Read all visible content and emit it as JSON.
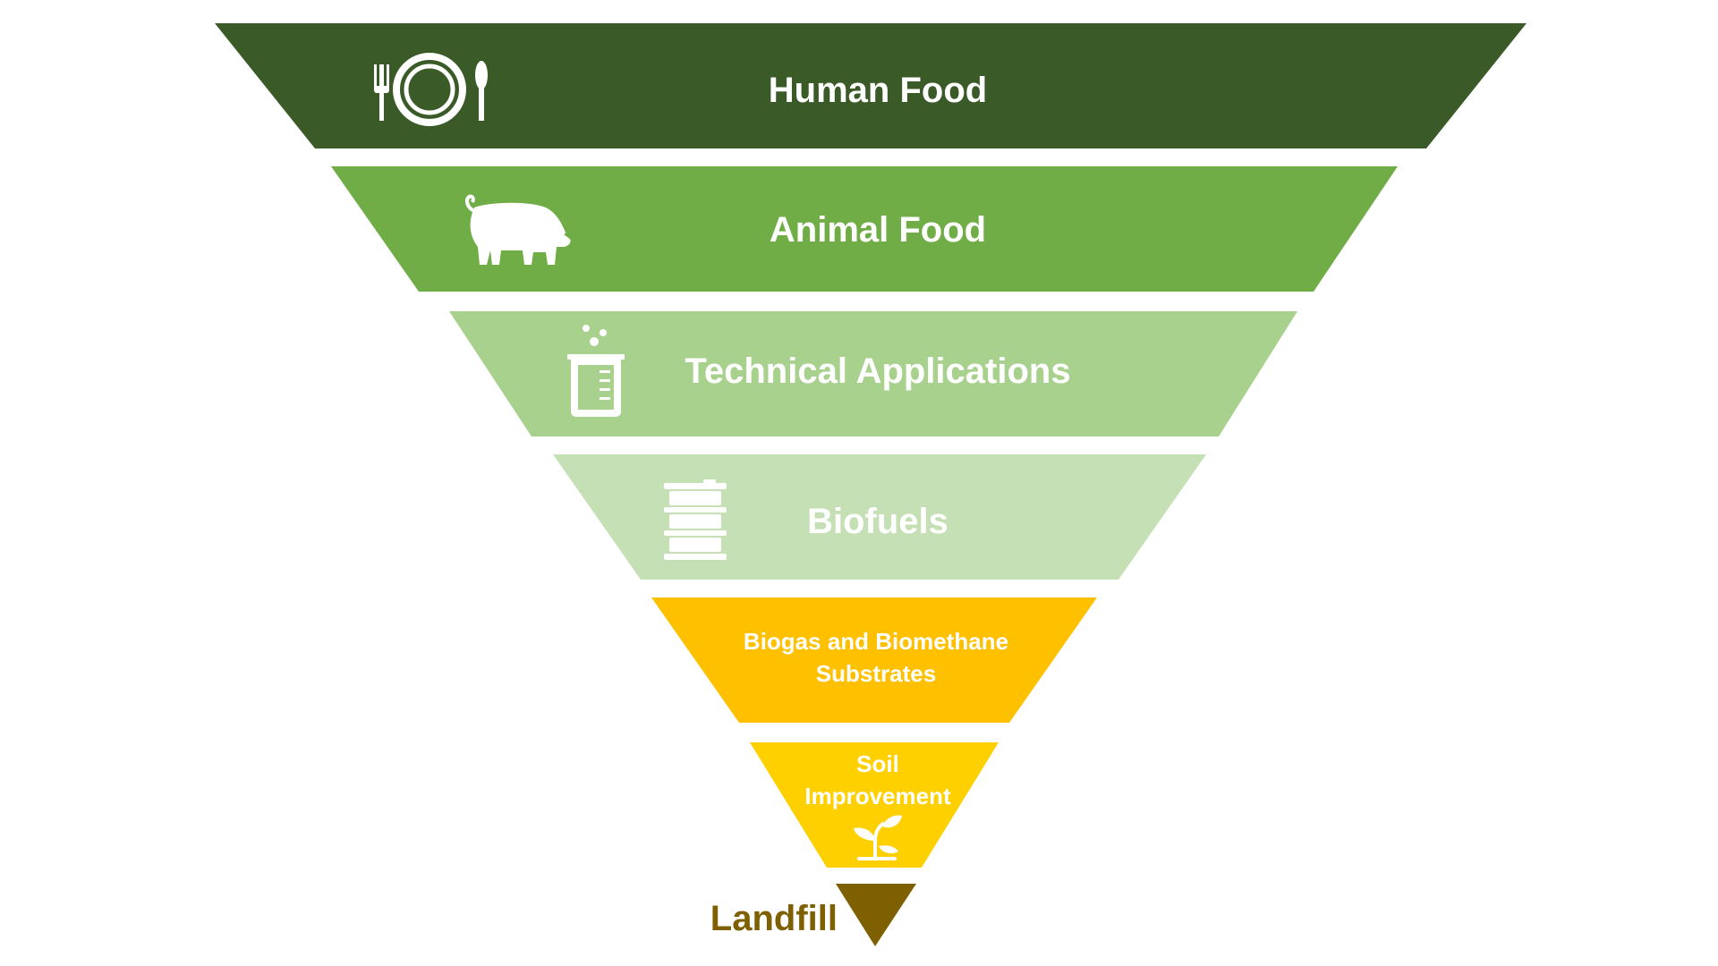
{
  "levels": [
    {
      "label": "Human Food",
      "color": "#3a5a27",
      "icon": "plate-cutlery-icon"
    },
    {
      "label": "Animal Food",
      "color": "#70ad47",
      "icon": "pig-icon"
    },
    {
      "label": "Technical Applications",
      "color": "#a9d18e",
      "icon": "beaker-icon"
    },
    {
      "label": "Biofuels",
      "color": "#c5e0b4",
      "icon": "barrel-icon"
    },
    {
      "label_lines": [
        "Biogas and Biomethane",
        "Substrates"
      ],
      "color": "#ffc000",
      "icon": ""
    },
    {
      "label_lines": [
        "Soil",
        "Improvement"
      ],
      "color": "#ffd000",
      "icon": "sprout-icon"
    }
  ],
  "landfill": {
    "label": "Landfill",
    "color": "#7f6000"
  },
  "text_color": "#ffffff"
}
